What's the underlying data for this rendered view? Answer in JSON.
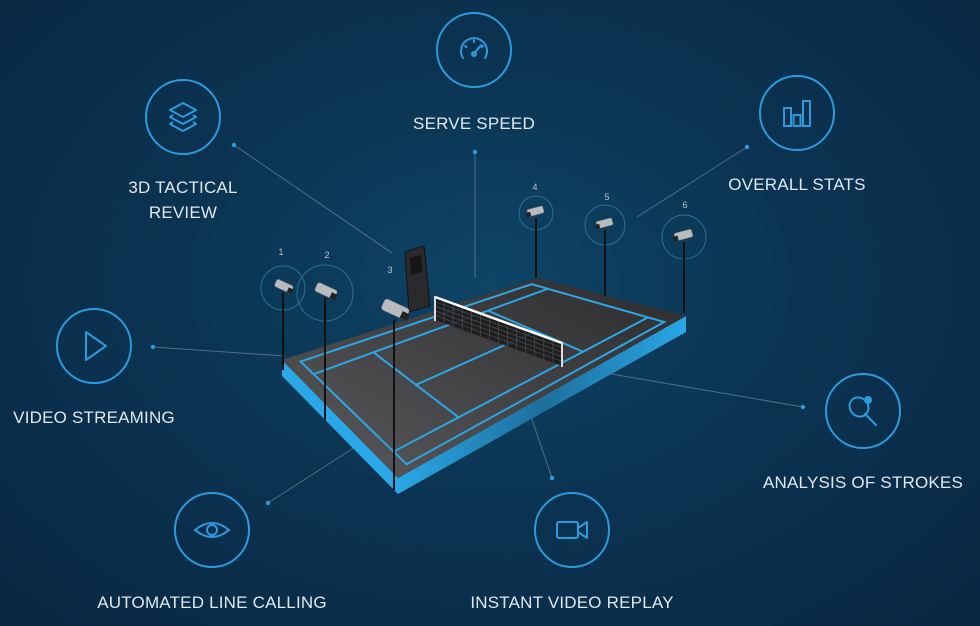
{
  "features": [
    {
      "id": "3d-tactical-review",
      "lines": [
        "3D TACTICAL",
        "REVIEW"
      ],
      "icon": "layers-icon"
    },
    {
      "id": "serve-speed",
      "lines": [
        "SERVE SPEED"
      ],
      "icon": "speedometer-icon"
    },
    {
      "id": "overall-stats",
      "lines": [
        "OVERALL STATS"
      ],
      "icon": "bar-chart-icon"
    },
    {
      "id": "video-streaming",
      "lines": [
        "VIDEO STREAMING"
      ],
      "icon": "play-icon"
    },
    {
      "id": "analysis-of-strokes",
      "lines": [
        "ANALYSIS OF STROKES"
      ],
      "icon": "tennis-racket-icon"
    },
    {
      "id": "automated-line-calling",
      "lines": [
        "AUTOMATED LINE CALLING"
      ],
      "icon": "eye-icon"
    },
    {
      "id": "instant-video-replay",
      "lines": [
        "INSTANT VIDEO REPLAY"
      ],
      "icon": "video-camera-icon"
    }
  ],
  "cameras": [
    "1",
    "2",
    "3",
    "4",
    "5",
    "6"
  ],
  "colors": {
    "accent": "#2d9ae0",
    "court": "#4a4a4c",
    "court_line": "#2aa7e6",
    "background": "#0b3452"
  }
}
